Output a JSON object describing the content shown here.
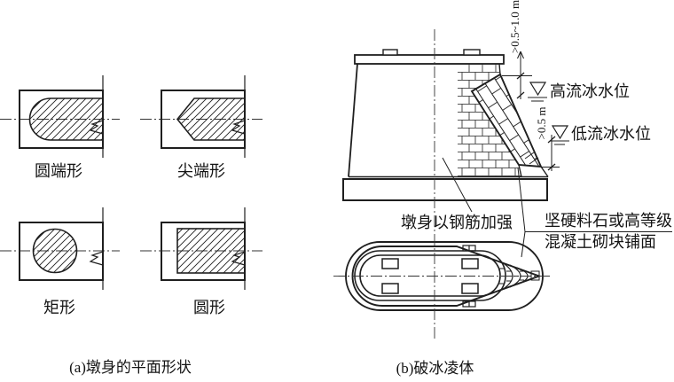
{
  "figure": {
    "background": "#ffffff",
    "line_color": "#1f1f1f",
    "part_a": {
      "caption": "(a)墩身的平面形状",
      "shapes": [
        {
          "label": "圆端形"
        },
        {
          "label": "尖端形"
        },
        {
          "label": "矩形"
        },
        {
          "label": "圆形"
        }
      ]
    },
    "part_b": {
      "caption": "(b)破冰凌体",
      "annotations": {
        "dim_top": ">0.5~1.0 m",
        "dim_mid": ">0.5 m",
        "high_ice_water_level": "高流冰水位",
        "low_ice_water_level": "低流冰水位",
        "pier_reinforcement": "墩身以钢筋加强",
        "facing_line1": "坚硬料石或高等级",
        "facing_line2": "混凝土砌块铺面"
      }
    }
  }
}
